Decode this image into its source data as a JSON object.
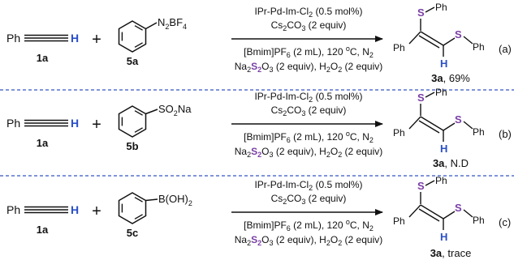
{
  "shared": {
    "ph": "Ph",
    "h": "H",
    "s": "S",
    "plus": "+",
    "alkyne_label": "1a",
    "cat_pre": "IPr-Pd-Im-Cl",
    "cat_sub": "2",
    "cat_post": " (0.5 mol%)",
    "base_pre": "Cs",
    "base_sub1": "2",
    "base_mid": "CO",
    "base_sub2": "3",
    "base_post": " (2 equiv)",
    "solv_pre": "[Bmim]PF",
    "solv_sub": "6",
    "solv_post": " (2 mL), 120 ",
    "solv_deg": "o",
    "solv_c": "C, N",
    "solv_n_sub": "2",
    "na_pre": "Na",
    "na_sub1": "2",
    "na_s2": "S",
    "na_sub2": "2",
    "na_o": "O",
    "na_sub3": "3",
    "na_post": " (2 equiv), H",
    "h2o2_sub1": "2",
    "h2o2_o": "O",
    "h2o2_sub2": "2",
    "h2o2_post": " (2 equiv)"
  },
  "rows": [
    {
      "reagent_pre": "N",
      "reagent_sub": "2",
      "reagent_mid": "BF",
      "reagent_sub2": "4",
      "reagent_label": "5a",
      "product_label": "3a",
      "yield": ", 69%",
      "tag": "(a)"
    },
    {
      "reagent_pre": "SO",
      "reagent_sub": "2",
      "reagent_mid": "Na",
      "reagent_sub2": "",
      "reagent_label": "5b",
      "product_label": "3a",
      "yield": ", N.D",
      "tag": "(b)"
    },
    {
      "reagent_pre": "B(OH)",
      "reagent_sub": "2",
      "reagent_mid": "",
      "reagent_sub2": "",
      "reagent_label": "5c",
      "product_label": "3a",
      "yield": ", trace",
      "tag": "(c)"
    }
  ]
}
